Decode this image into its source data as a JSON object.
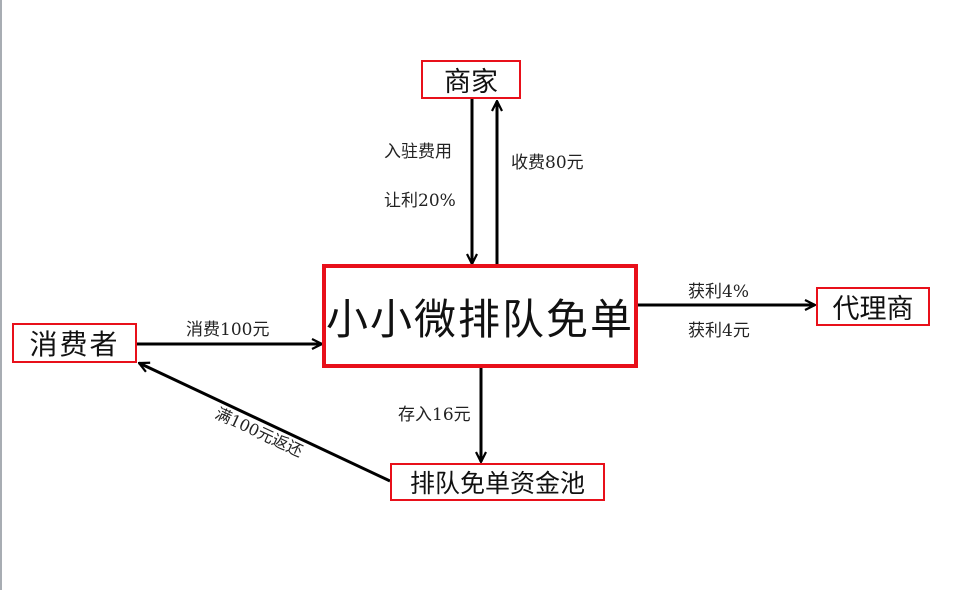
{
  "diagram": {
    "nodes": {
      "center": "小小微排队免单",
      "merchant": "商家",
      "consumer": "消费者",
      "agent": "代理商",
      "pool": "排队免单资金池"
    },
    "edges": {
      "merchant_to_center_line1": "入驻费用",
      "merchant_to_center_line2": "让利20%",
      "center_to_merchant": "收费80元",
      "consumer_to_center": "消费100元",
      "pool_to_consumer": "满100元返还",
      "center_to_pool": "存入16元",
      "center_to_agent_line1": "获利4%",
      "center_to_agent_line2": "获利4元"
    },
    "colors": {
      "node_border": "#e8101a",
      "arrow": "#000000"
    }
  }
}
